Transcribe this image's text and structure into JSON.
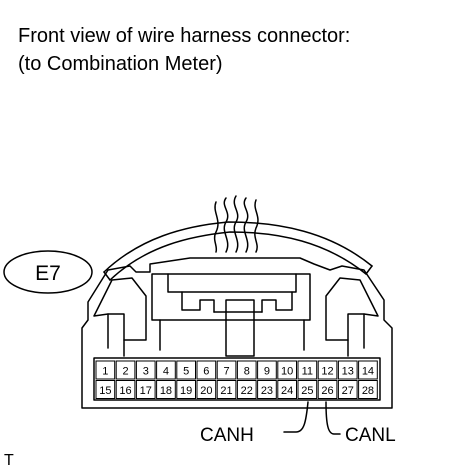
{
  "title": {
    "line1": "Front view of wire harness connector:",
    "line2": "(to Combination Meter)"
  },
  "connector": {
    "code": "E7",
    "row1": [
      "1",
      "2",
      "3",
      "4",
      "5",
      "6",
      "7",
      "8",
      "9",
      "10",
      "11",
      "12",
      "13",
      "14"
    ],
    "row2": [
      "15",
      "16",
      "17",
      "18",
      "19",
      "20",
      "21",
      "22",
      "23",
      "24",
      "25",
      "26",
      "27",
      "28"
    ]
  },
  "callouts": {
    "canh": "CANH",
    "canl": "CANL"
  },
  "footer": "T"
}
